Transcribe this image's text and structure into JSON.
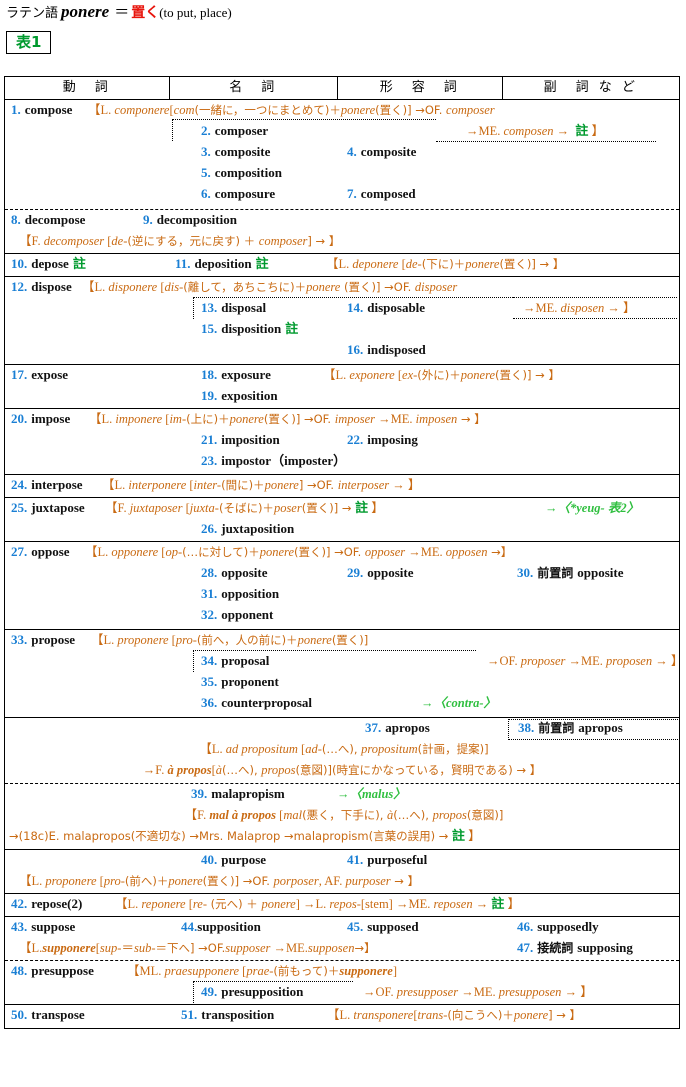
{
  "heading": {
    "lead_jp": "ラテン語",
    "latin_word": "ponere",
    "equals": "＝",
    "jp_meaning": "置く",
    "en_gloss": "(to put, place)",
    "table_badge": "表1"
  },
  "columns": [
    {
      "label": "動　詞"
    },
    {
      "label": "名　詞"
    },
    {
      "label": "形　容　詞"
    },
    {
      "label": "副　詞 な ど"
    }
  ],
  "colors": {
    "number": "#1a7fd4",
    "etymology": "#c96a12",
    "note_green": "#009a2e",
    "arrow_green": "#2fbf3f",
    "red": "#e8140c"
  },
  "note_glyph": "註",
  "groups": [
    {
      "id": "compose",
      "lines": [
        "1. compose 【L. componere[com(一緒に，一つにまとめて)＋ponere(置く)] →OF. composer",
        "2. composer     →ME. composen →  註 】",
        "3. composite     4. composite",
        "5. composition",
        "6. composure     7. composed"
      ]
    },
    {
      "id": "decompose",
      "lines": [
        "8. decompose     9. decomposition",
        "【F. decomposer [de-(逆にする，元に戻す) ＋ composer] → 】"
      ]
    },
    {
      "id": "depose",
      "lines": [
        "10. depose 註     11. deposition 註     【L. deponere [de-(下に)＋ponere(置く)] → 】"
      ]
    },
    {
      "id": "dispose",
      "lines": [
        "12. dispose 【L. disponere [dis-(離して，あちこちに)＋ponere (置く)] →OF. disposer",
        "13. disposal     14. disposable     →ME. disposen → 】",
        "15. disposition 註",
        "16. indisposed"
      ]
    },
    {
      "id": "expose",
      "lines": [
        "17. expose     18. exposure     【L. exponere [ex-(外に)＋ponere(置く)] → 】",
        "19. exposition"
      ]
    },
    {
      "id": "impose",
      "lines": [
        "20. impose 【L. imponere [im-(上に)＋ponere(置く)] →OF. imposer →ME. imposen → 】",
        "21. imposition     22. imposing",
        "23. impostor（imposter）"
      ]
    },
    {
      "id": "interpose",
      "lines": [
        "24. interpose 【L. interponere [inter-(間に)＋ponere] →OF. interposer → 】"
      ]
    },
    {
      "id": "juxtapose",
      "lines": [
        "25. juxtapose 【F. juxtaposer [juxta-(そばに)＋poser(置く)] →  註 】     →〈*yeug- 表2〉",
        "26. juxtaposition"
      ]
    },
    {
      "id": "oppose",
      "lines": [
        "27. oppose 【L. opponere [op-(…に対して)＋ponere(置く)] →OF. opposer →ME. opposen →】",
        "28. opposite     29. opposite     30. 前置詞 opposite",
        "31. opposition",
        "32. opponent"
      ]
    },
    {
      "id": "propose",
      "lines": [
        "33. propose 【L. proponere [pro-(前へ，人の前に)＋ponere(置く)]",
        "34. proposal     →OF. proposer →ME. proposen → 】",
        "35. proponent",
        "36. counterproposal     →〈contra-〉"
      ]
    },
    {
      "id": "apropos",
      "lines": [
        "37. apropos     38. 前置詞 apropos",
        "【L. ad propositum [ad-(…へ), propositum(計画，提案)]",
        "→F. à propos[à(…へ), propos(意図)](時宜にかなっている，賢明である) → 】"
      ]
    },
    {
      "id": "malapropism",
      "lines": [
        "39. malapropism     →〈malus〉",
        "【F. mal à propos [mal(悪く，下手に), à(…へ), propos(意図)]",
        "→(18c)E. malapropos(不適切な) →Mrs. Malaprop →malapropism(言葉の誤用) →  註 】"
      ]
    },
    {
      "id": "purpose",
      "lines": [
        "40. purpose     41. purposeful",
        "【L. proponere [pro-(前へ)＋ponere(置く)] →OF. porposer, AF. purposer →  】"
      ]
    },
    {
      "id": "repose",
      "lines": [
        "42. repose(2) 【L. reponere [re- (元へ) ＋ ponere] →L. repos-[stem] →ME. reposen →  註 】"
      ]
    },
    {
      "id": "suppose",
      "lines": [
        "43. suppose     44.supposition     45. supposed     46. supposedly",
        "【L.supponere[sup-＝sub-＝下へ] →OF.supposer →ME.supposen→】     47. 接続詞 supposing"
      ]
    },
    {
      "id": "presuppose",
      "lines": [
        "48. presuppose 【ML. praesupponere [prae-(前もって)＋supponere]",
        "49. presupposition     →OF. presupposer →ME. presupposen → 】"
      ]
    },
    {
      "id": "transpose",
      "lines": [
        "50. transpose     51. transposition     【L. transponere[trans-(向こうへ)＋ponere] → 】"
      ]
    }
  ],
  "entries": [
    {
      "n": "1.",
      "word": "compose",
      "col": "verb"
    },
    {
      "n": "2.",
      "word": "composer",
      "col": "noun"
    },
    {
      "n": "3.",
      "word": "composite",
      "col": "noun"
    },
    {
      "n": "4.",
      "word": "composite",
      "col": "adj"
    },
    {
      "n": "5.",
      "word": "composition",
      "col": "noun"
    },
    {
      "n": "6.",
      "word": "composure",
      "col": "noun"
    },
    {
      "n": "7.",
      "word": "composed",
      "col": "adj"
    },
    {
      "n": "8.",
      "word": "decompose",
      "col": "verb"
    },
    {
      "n": "9.",
      "word": "decomposition",
      "col": "noun"
    },
    {
      "n": "10.",
      "word": "depose",
      "col": "verb"
    },
    {
      "n": "11.",
      "word": "deposition",
      "col": "noun"
    },
    {
      "n": "12.",
      "word": "dispose",
      "col": "verb"
    },
    {
      "n": "13.",
      "word": "disposal",
      "col": "noun"
    },
    {
      "n": "14.",
      "word": "disposable",
      "col": "adj"
    },
    {
      "n": "15.",
      "word": "disposition",
      "col": "noun"
    },
    {
      "n": "16.",
      "word": "indisposed",
      "col": "adj"
    },
    {
      "n": "17.",
      "word": "expose",
      "col": "verb"
    },
    {
      "n": "18.",
      "word": "exposure",
      "col": "noun"
    },
    {
      "n": "19.",
      "word": "exposition",
      "col": "noun"
    },
    {
      "n": "20.",
      "word": "impose",
      "col": "verb"
    },
    {
      "n": "21.",
      "word": "imposition",
      "col": "noun"
    },
    {
      "n": "22.",
      "word": "imposing",
      "col": "adj"
    },
    {
      "n": "23.",
      "word": "impostor（imposter）",
      "col": "noun"
    },
    {
      "n": "24.",
      "word": "interpose",
      "col": "verb"
    },
    {
      "n": "25.",
      "word": "juxtapose",
      "col": "verb"
    },
    {
      "n": "26.",
      "word": "juxtaposition",
      "col": "noun"
    },
    {
      "n": "27.",
      "word": "oppose",
      "col": "verb"
    },
    {
      "n": "28.",
      "word": "opposite",
      "col": "noun"
    },
    {
      "n": "29.",
      "word": "opposite",
      "col": "adj"
    },
    {
      "n": "30.",
      "word": "前置詞 opposite",
      "col": "adv"
    },
    {
      "n": "31.",
      "word": "opposition",
      "col": "noun"
    },
    {
      "n": "32.",
      "word": "opponent",
      "col": "noun"
    },
    {
      "n": "33.",
      "word": "propose",
      "col": "verb"
    },
    {
      "n": "34.",
      "word": "proposal",
      "col": "noun"
    },
    {
      "n": "35.",
      "word": "proponent",
      "col": "noun"
    },
    {
      "n": "36.",
      "word": "counterproposal",
      "col": "noun"
    },
    {
      "n": "37.",
      "word": "apropos",
      "col": "adj"
    },
    {
      "n": "38.",
      "word": "前置詞 apropos",
      "col": "adv"
    },
    {
      "n": "39.",
      "word": "malapropism",
      "col": "noun"
    },
    {
      "n": "40.",
      "word": "purpose",
      "col": "noun"
    },
    {
      "n": "41.",
      "word": "purposeful",
      "col": "adj"
    },
    {
      "n": "42.",
      "word": "repose(2)",
      "col": "verb"
    },
    {
      "n": "43.",
      "word": "suppose",
      "col": "verb"
    },
    {
      "n": "44.",
      "word": "supposition",
      "col": "noun"
    },
    {
      "n": "45.",
      "word": "supposed",
      "col": "adj"
    },
    {
      "n": "46.",
      "word": "supposedly",
      "col": "adv"
    },
    {
      "n": "47.",
      "word": "接続詞 supposing",
      "col": "adv"
    },
    {
      "n": "48.",
      "word": "presuppose",
      "col": "verb"
    },
    {
      "n": "49.",
      "word": "presupposition",
      "col": "noun"
    },
    {
      "n": "50.",
      "word": "transpose",
      "col": "verb"
    },
    {
      "n": "51.",
      "word": "transposition",
      "col": "noun"
    }
  ],
  "t": {
    "n1": "1.",
    "n2": "2.",
    "n3": "3.",
    "n4": "4.",
    "n5": "5.",
    "n6": "6.",
    "n7": "7.",
    "n8": "8.",
    "n9": "9.",
    "n10": "10.",
    "n11": "11.",
    "n12": "12.",
    "n13": "13.",
    "n14": "14.",
    "n15": "15.",
    "n16": "16.",
    "n17": "17.",
    "n18": "18.",
    "n19": "19.",
    "n20": "20.",
    "n21": "21.",
    "n22": "22.",
    "n23": "23.",
    "n24": "24.",
    "n25": "25.",
    "n26": "26.",
    "n27": "27.",
    "n28": "28.",
    "n29": "29.",
    "n30": "30.",
    "n31": "31.",
    "n32": "32.",
    "n33": "33.",
    "n34": "34.",
    "n35": "35.",
    "n36": "36.",
    "n37": "37.",
    "n38": "38.",
    "n39": "39.",
    "n40": "40.",
    "n41": "41.",
    "n42": "42.",
    "n43": "43.",
    "n44": "44.",
    "n45": "45.",
    "n46": "46.",
    "n47": "47.",
    "n48": "48.",
    "n49": "49.",
    "n50": "50.",
    "n51": "51.",
    "w1": "compose",
    "w2": "composer",
    "w3": "composite",
    "w4": "composite",
    "w5": "composition",
    "w6": "composure",
    "w7": "composed",
    "w8": "decompose",
    "w9": "decomposition",
    "w10": "depose",
    "w11": "deposition",
    "w12": "dispose",
    "w13": "disposal",
    "w14": "disposable",
    "w15": "disposition",
    "w16": "indisposed",
    "w17": "expose",
    "w18": "exposure",
    "w19": "exposition",
    "w20": "impose",
    "w21": "imposition",
    "w22": "imposing",
    "w23": "impostor（imposter）",
    "w24": "interpose",
    "w25": "juxtapose",
    "w26": "juxtaposition",
    "w27": "oppose",
    "w28": "opposite",
    "w29": "opposite",
    "w30jp": "前置詞",
    "w30": "opposite",
    "w31": "opposition",
    "w32": "opponent",
    "w33": "propose",
    "w34": "proposal",
    "w35": "proponent",
    "w36": "counterproposal",
    "w37": "apropos",
    "w38jp": "前置詞",
    "w38": "apropos",
    "w39": "malapropism",
    "w40": "purpose",
    "w41": "purposeful",
    "w42": "repose(2)",
    "w43": "suppose",
    "w44": "supposition",
    "w45": "supposed",
    "w46": "supposedly",
    "w47jp": "接続詞",
    "w47": "supposing",
    "w48": "presuppose",
    "w49": "presupposition",
    "w50": "transpose",
    "w51": "transposition",
    "note": "註",
    "e1a": "【L. ",
    "e1b": "componere",
    "e1c": "[",
    "e1d": "com",
    "e1e": "(一緒に，一つにまとめて)＋",
    "e1f": "ponere",
    "e1g": "(置く)] →OF. ",
    "e1h": "composer",
    "e2a": "→ME. ",
    "e2b": "composen",
    "e2c": " →",
    "e2d": "】",
    "e8a": "【F. ",
    "e8b": "decomposer",
    "e8c": " [",
    "e8d": "de-",
    "e8e": "(逆にする，元に戻す) ＋ ",
    "e8f": "composer",
    "e8g": "] → 】",
    "e10a": "【L. ",
    "e10b": "deponere",
    "e10c": " [",
    "e10d": "de-",
    "e10e": "(下に)＋",
    "e10f": "ponere",
    "e10g": "(置く)] → 】",
    "e12a": "【L. ",
    "e12b": "disponere",
    "e12c": " [",
    "e12d": "dis-",
    "e12e": "(離して，あちこちに)＋",
    "e12f": "ponere",
    "e12g": " (置く)] →OF. ",
    "e12h": "disposer",
    "e13a": "→ME. ",
    "e13b": "disposen",
    "e13c": " → 】",
    "e17a": "【L. ",
    "e17b": "exponere",
    "e17c": " [",
    "e17d": "ex-",
    "e17e": "(外に)＋",
    "e17f": "ponere",
    "e17g": "(置く)] → 】",
    "e20a": "【L. ",
    "e20b": "imponere",
    "e20c": " [",
    "e20d": "im-",
    "e20e": "(上に)＋",
    "e20f": "ponere",
    "e20g": "(置く)] →OF. ",
    "e20h": "imposer",
    "e20i": " →ME. ",
    "e20j": "imposen",
    "e20k": " → 】",
    "e24a": "【L. ",
    "e24b": "interponere",
    "e24c": " [",
    "e24d": "inter-",
    "e24e": "(間に)＋",
    "e24f": "ponere",
    "e24g": "] →OF. ",
    "e24h": "interposer",
    "e24i": " → 】",
    "e25a": "【F. ",
    "e25b": "juxtaposer",
    "e25c": " [",
    "e25d": "juxta-",
    "e25e": "(そばに)＋",
    "e25f": "poser",
    "e25g": "(置く)] → ",
    "e25h": "】",
    "e25y": "→〈*yeug- 表2〉",
    "e27a": "【L. ",
    "e27b": "opponere",
    "e27c": " [",
    "e27d": "op-",
    "e27e": "(…に対して)＋",
    "e27f": "ponere",
    "e27g": "(置く)] →OF. ",
    "e27h": "opposer",
    "e27i": " →ME. ",
    "e27j": "opposen",
    "e27k": " →】",
    "e33a": "【L. ",
    "e33b": "proponere",
    "e33c": " [",
    "e33d": "pro-",
    "e33e": "(前へ，人の前に)＋",
    "e33f": "ponere",
    "e33g": "(置く)]",
    "e34a": "→OF. ",
    "e34b": "proposer",
    "e34c": " →ME. ",
    "e34d": "proposen",
    "e34e": " → 】",
    "e36a": "→〈contra-〉",
    "e37a": "【L. ",
    "e37b": "ad propositum",
    "e37c": " [",
    "e37d": "ad-",
    "e37e": "(…へ), ",
    "e37f": "propositum",
    "e37g": "(計画，提案)]",
    "e37h": "→F. ",
    "e37i": "à propos",
    "e37j": "[",
    "e37k": "à",
    "e37l": "(…へ), ",
    "e37m": "propos",
    "e37n": "(意図)](時宜にかなっている，賢明である) → 】",
    "e39a": "→〈malus〉",
    "e39b": "【F. ",
    "e39c": "mal à propos",
    "e39d": " [",
    "e39e": "mal",
    "e39f": "(悪く，下手に), ",
    "e39g": "à",
    "e39h": "(…へ), ",
    "e39i": "propos",
    "e39j": "(意図)]",
    "e39k": "→(18c)E. malapropos(不適切な) →Mrs. Malaprop →malapropism(言葉の誤用) → ",
    "e39l": "】",
    "e40a": "【L. ",
    "e40b": "proponere",
    "e40c": " [",
    "e40d": "pro-",
    "e40e": "(前へ)＋",
    "e40f": "ponere",
    "e40g": "(置く)] →OF. ",
    "e40h": "porposer",
    "e40i": ", AF. ",
    "e40j": "purposer",
    "e40k": " →  】",
    "e42a": "【L. ",
    "e42b": "reponere",
    "e42c": " [",
    "e42d": "re-",
    "e42e": " (元へ) ＋ ",
    "e42f": "ponere",
    "e42g": "] →L. ",
    "e42h": "repos",
    "e42i": "-[stem] →ME. ",
    "e42j": "reposen",
    "e42k": " → ",
    "e42l": "】",
    "e43a": "【L.",
    "e43b": "supponere",
    "e43c": "[",
    "e43d": "sup-",
    "e43e": "＝",
    "e43f": "sub-",
    "e43g": "＝下へ] →OF.",
    "e43h": "supposer",
    "e43i": " →ME.",
    "e43j": "supposen",
    "e43k": "→】",
    "e48a": "【ML. ",
    "e48b": "praesupponere",
    "e48c": " [",
    "e48d": "prae-",
    "e48e": "(前もって)＋",
    "e48f": "supponere",
    "e48g": "]",
    "e49a": "→OF. ",
    "e49b": "presupposer",
    "e49c": " →ME. ",
    "e49d": "presupposen",
    "e49e": " → 】",
    "e50a": "【L. ",
    "e50b": "transponere",
    "e50c": "[",
    "e50d": "trans-",
    "e50e": "(向こうへ)＋",
    "e50f": "ponere",
    "e50g": "] → 】"
  }
}
